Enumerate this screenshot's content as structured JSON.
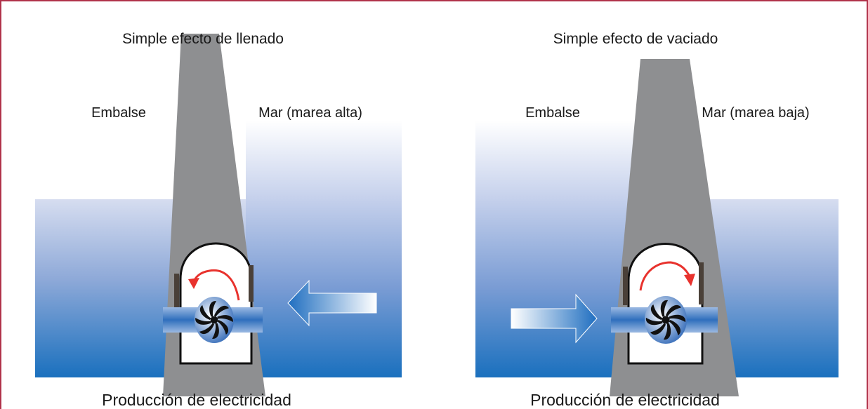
{
  "colors": {
    "border": "#b0324a",
    "wall": "#8e8f91",
    "water_top": "#d4dbef",
    "water_bottom": "#1d73bf",
    "arrow_red": "#e8322d",
    "turbine_blade": "#111111",
    "pipe": "#3f7cc4"
  },
  "left_panel": {
    "title": "Simple efecto de llenado",
    "reservoir_label": "Embalse",
    "sea_label": "Mar (marea alta)",
    "caption": "Producción de electricidad",
    "flow_direction": "sea-to-reservoir",
    "icons": [
      "turbine-icon",
      "rotation-arrow-icon",
      "flow-arrow-icon"
    ]
  },
  "right_panel": {
    "title": "Simple efecto de vaciado",
    "reservoir_label": "Embalse",
    "sea_label": "Mar (marea baja)",
    "caption": "Producción de electricidad",
    "flow_direction": "reservoir-to-sea",
    "icons": [
      "turbine-icon",
      "rotation-arrow-icon",
      "flow-arrow-icon"
    ]
  }
}
